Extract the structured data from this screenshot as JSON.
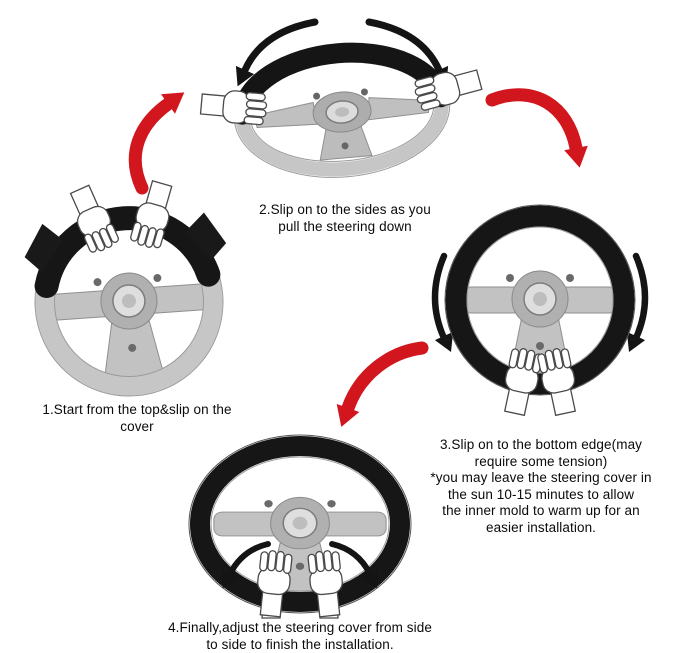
{
  "diagram": {
    "steps": [
      {
        "lines": [
          "1.Start from the top&slip on the",
          "cover"
        ]
      },
      {
        "lines": [
          "2.Slip on to the sides as you",
          "pull the steering down"
        ]
      },
      {
        "lines": [
          "3.Slip on to the bottom edge(may",
          "require some tension)",
          "*you may leave the steering cover in",
          "the sun 10-15 minutes to allow",
          "the inner mold to warm up for an",
          "easier installation."
        ]
      },
      {
        "lines": [
          "4.Finally,adjust the steering cover from side",
          "to side to finish the installation."
        ]
      }
    ],
    "colors": {
      "arrow_red": "#d2161e",
      "cover_black": "#161616",
      "wheel_gray": "#c6c6c6",
      "background": "#ffffff"
    }
  }
}
